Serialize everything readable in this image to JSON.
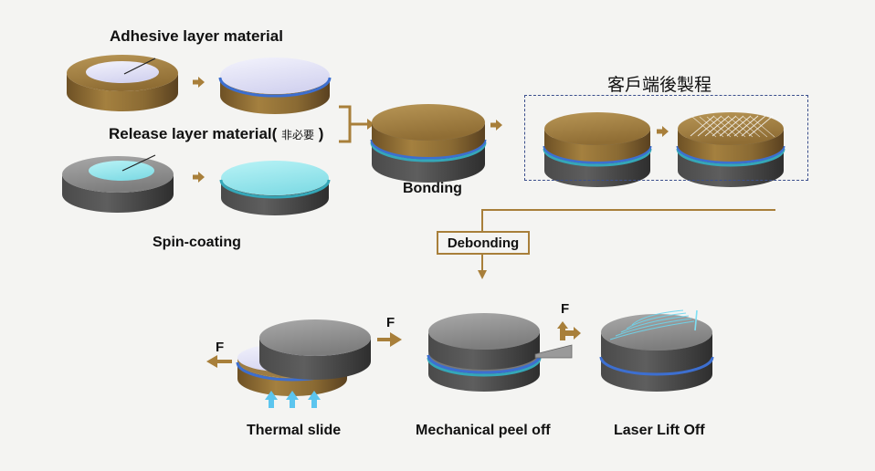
{
  "labels": {
    "adhesive": "Adhesive layer material",
    "release": "Release layer material(",
    "release_note": "非必要",
    "release_close": ")",
    "spin_coating": "Spin-coating",
    "bonding": "Bonding",
    "customer_process": "客戶端後製程",
    "debonding": "Debonding",
    "thermal_slide": "Thermal slide",
    "mechanical_peel": "Mechanical peel off",
    "laser_lift": "Laser Lift Off",
    "force": "F"
  },
  "colors": {
    "adhesive_disc": "#a8864a",
    "silicon_disc": "#777777",
    "adhesive_coat": "#e3e3f6",
    "release_coat": "#9de8ee",
    "blue_layer": "#3d6fd0",
    "teal_layer": "#35a7b8",
    "arrow": "#a87f3a",
    "heat_arrow": "#5cc5ee",
    "dashed_box": "#3a4e8c"
  }
}
